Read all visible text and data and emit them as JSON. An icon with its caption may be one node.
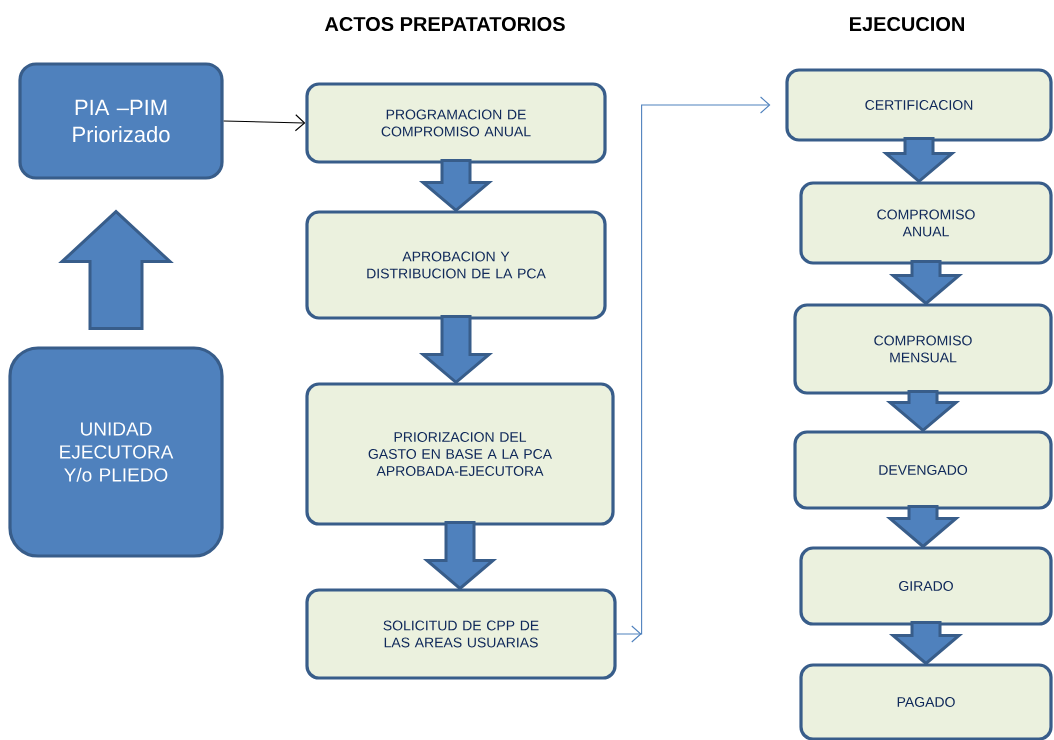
{
  "diagram": {
    "nodes": [
      {
        "text": [
          "PIA –PIM Priorizado"
        ]
      },
      {
        "text": [
          "UNIDAD EJECUTORA Y/o PLIEDO"
        ]
      },
      {
        "text": [
          "PROGRAMACION DE COMPROMISO ANUAL"
        ]
      },
      {
        "text": [
          "APROBACION Y DISTRIBUCION DE LA PCA"
        ]
      },
      {
        "text": [
          "PRIORIZACION DEL GASTO EN BASE A LA PCA APROBADA-EJECUTORA"
        ]
      },
      {
        "text": [
          "SOLICITUD DE CPP DE LAS AREAS USUARIAS"
        ]
      },
      {
        "text": [
          "CERTIFICACION"
        ]
      },
      {
        "text": [
          "COMPROMISO ANUAL"
        ]
      },
      {
        "text": [
          "COMPROMISO MENSUAL"
        ]
      },
      {
        "text": [
          "DEVENGADO"
        ]
      },
      {
        "text": [
          "GIRADO"
        ]
      },
      {
        "text": [
          "PAGADO"
        ]
      }
    ],
    "edges": [
      {
        "from": 1,
        "to": 0,
        "arrow": "to",
        "style": "thick"
      },
      {
        "from": 0,
        "to": 2,
        "arrow": "to",
        "color": "#000000"
      },
      {
        "from": 2,
        "to": 3,
        "arrow": "to",
        "style": "thick"
      },
      {
        "from": 3,
        "to": 4,
        "arrow": "to",
        "style": "thick"
      },
      {
        "from": 4,
        "to": 5,
        "arrow": "to",
        "style": "thick"
      },
      {
        "from": 5,
        "to": 6,
        "arrow": "to",
        "color": "#4f81bd"
      },
      {
        "from": 6,
        "to": 7,
        "arrow": "to",
        "style": "thick"
      },
      {
        "from": 7,
        "to": 8,
        "arrow": "to",
        "style": "thick"
      },
      {
        "from": 8,
        "to": 9,
        "arrow": "to",
        "style": "thick"
      },
      {
        "from": 9,
        "to": 10,
        "arrow": "to",
        "style": "thick"
      },
      {
        "from": 10,
        "to": 11,
        "arrow": "to",
        "style": "thick"
      }
    ],
    "labels": [
      "ACTOS PREPATATORIOS",
      "EJECUCION"
    ]
  }
}
